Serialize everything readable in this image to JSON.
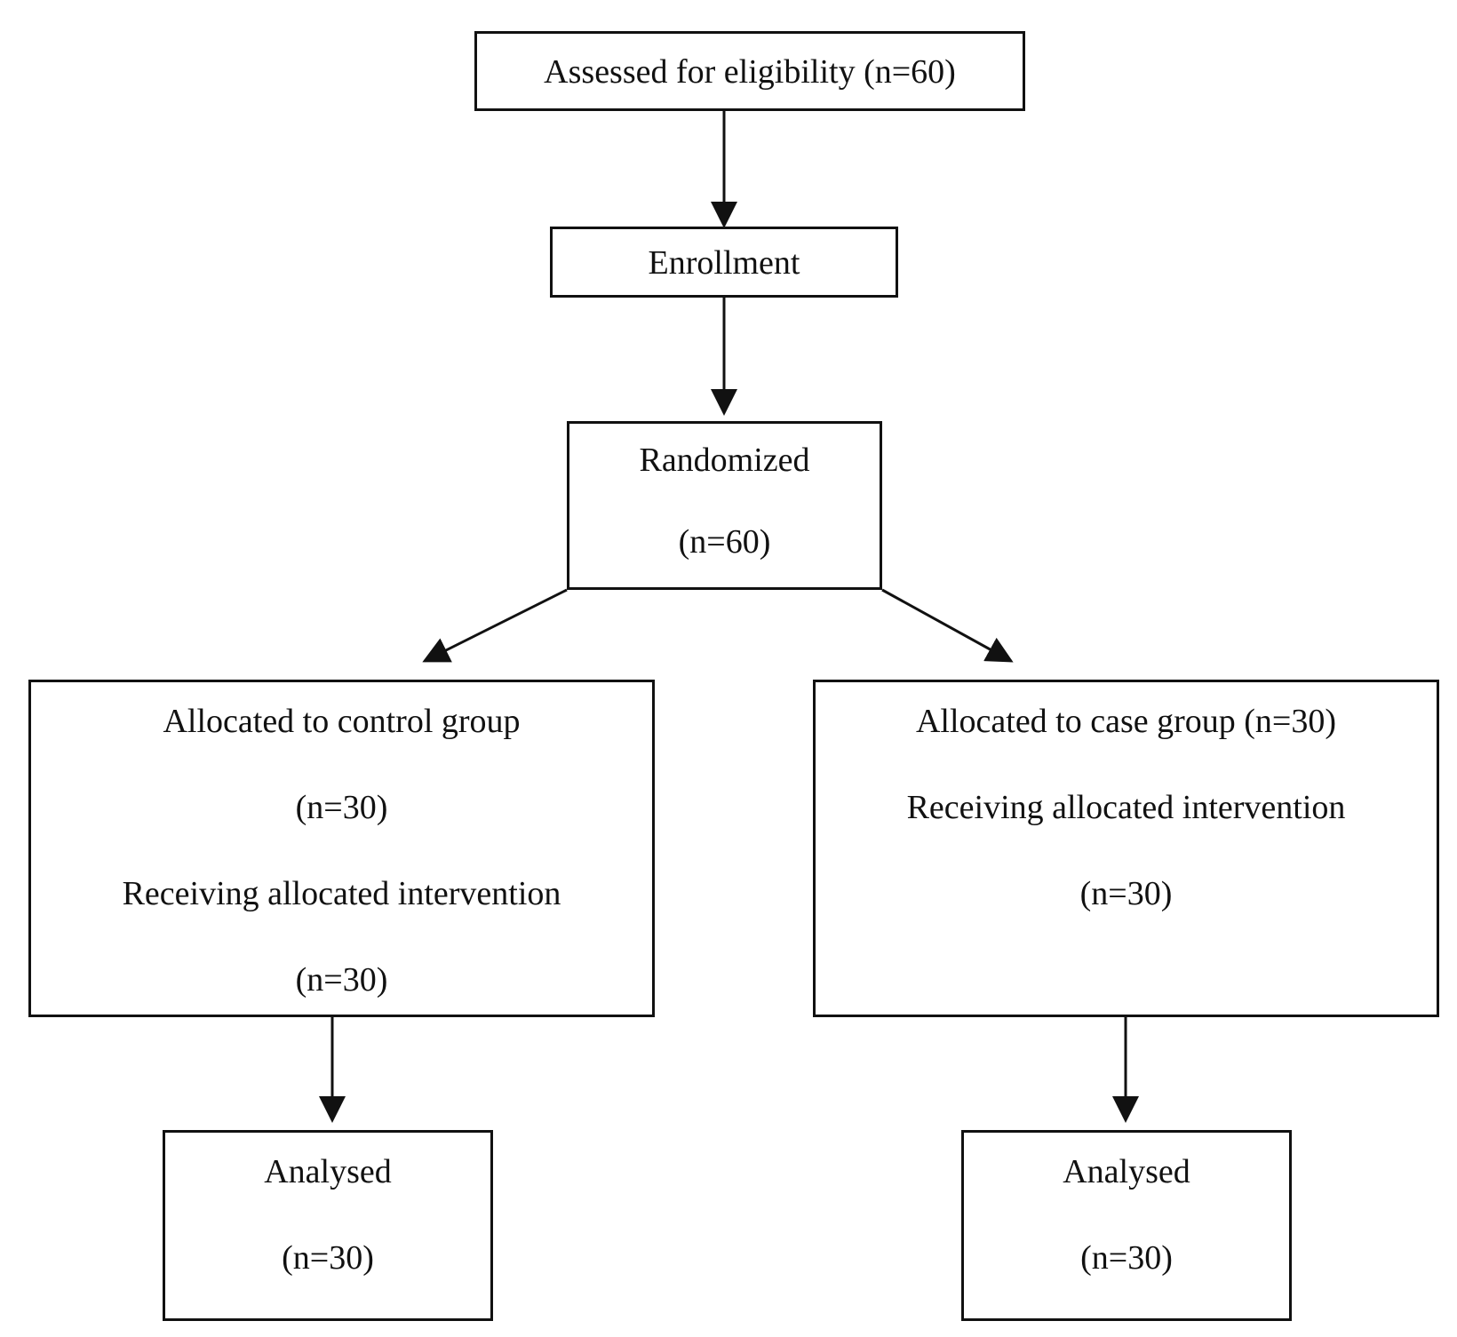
{
  "diagram": {
    "assessed": {
      "text": "Assessed for eligibility (n=60)"
    },
    "enrollment": {
      "text": "Enrollment"
    },
    "randomized": {
      "line1": "Randomized",
      "line2": "(n=60)"
    },
    "control": {
      "line1": "Allocated to control group",
      "line2": "(n=30)",
      "line3": "Receiving allocated intervention",
      "line4": "(n=30)"
    },
    "case": {
      "line1": "Allocated to case group (n=30)",
      "line2": "Receiving allocated intervention",
      "line3": "(n=30)"
    },
    "analysed_control": {
      "line1": "Analysed",
      "line2": "(n=30)"
    },
    "analysed_case": {
      "line1": "Analysed",
      "line2": "(n=30)"
    }
  }
}
